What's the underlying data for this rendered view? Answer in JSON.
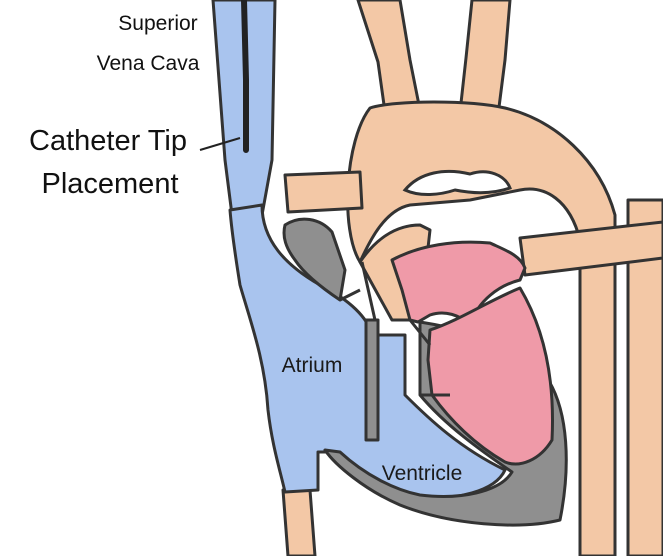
{
  "labels": {
    "svc_line1": "Superior",
    "svc_line2": "Vena Cava",
    "tip_line1": "Catheter Tip",
    "tip_line2": "Placement",
    "atrium": "Atrium",
    "ventricle": "Ventricle"
  },
  "colors": {
    "venous_blue": "#a9c4ee",
    "arterial_tan": "#f3c8a6",
    "chamber_pink": "#ef9aa8",
    "muscle_gray": "#8f8f8f",
    "outline": "#333333",
    "catheter": "#222222"
  }
}
